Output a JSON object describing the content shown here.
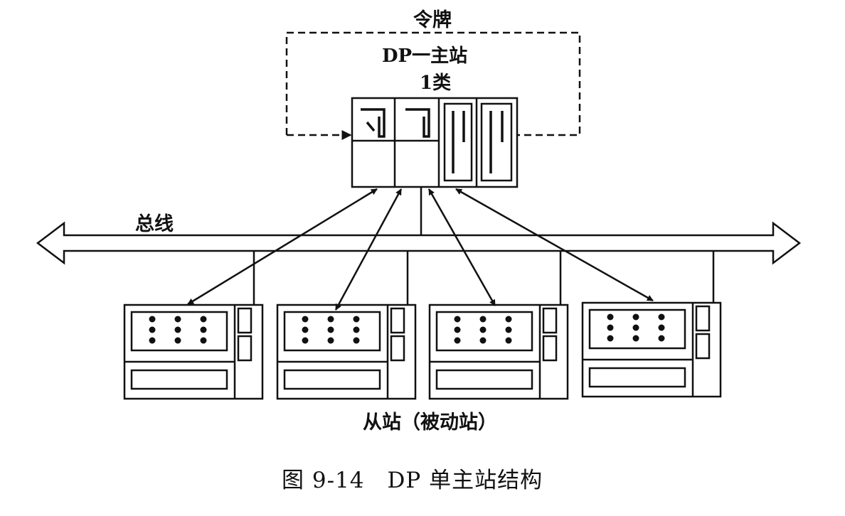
{
  "diagram": {
    "token_label": "令牌",
    "master_title": "DP一主站",
    "master_class": "1类",
    "bus_label": "总线",
    "slaves_label": "从站（被动站）",
    "caption": "图 9-14　DP 单主站结构",
    "line_color": "#111111",
    "background": "#ffffff"
  }
}
